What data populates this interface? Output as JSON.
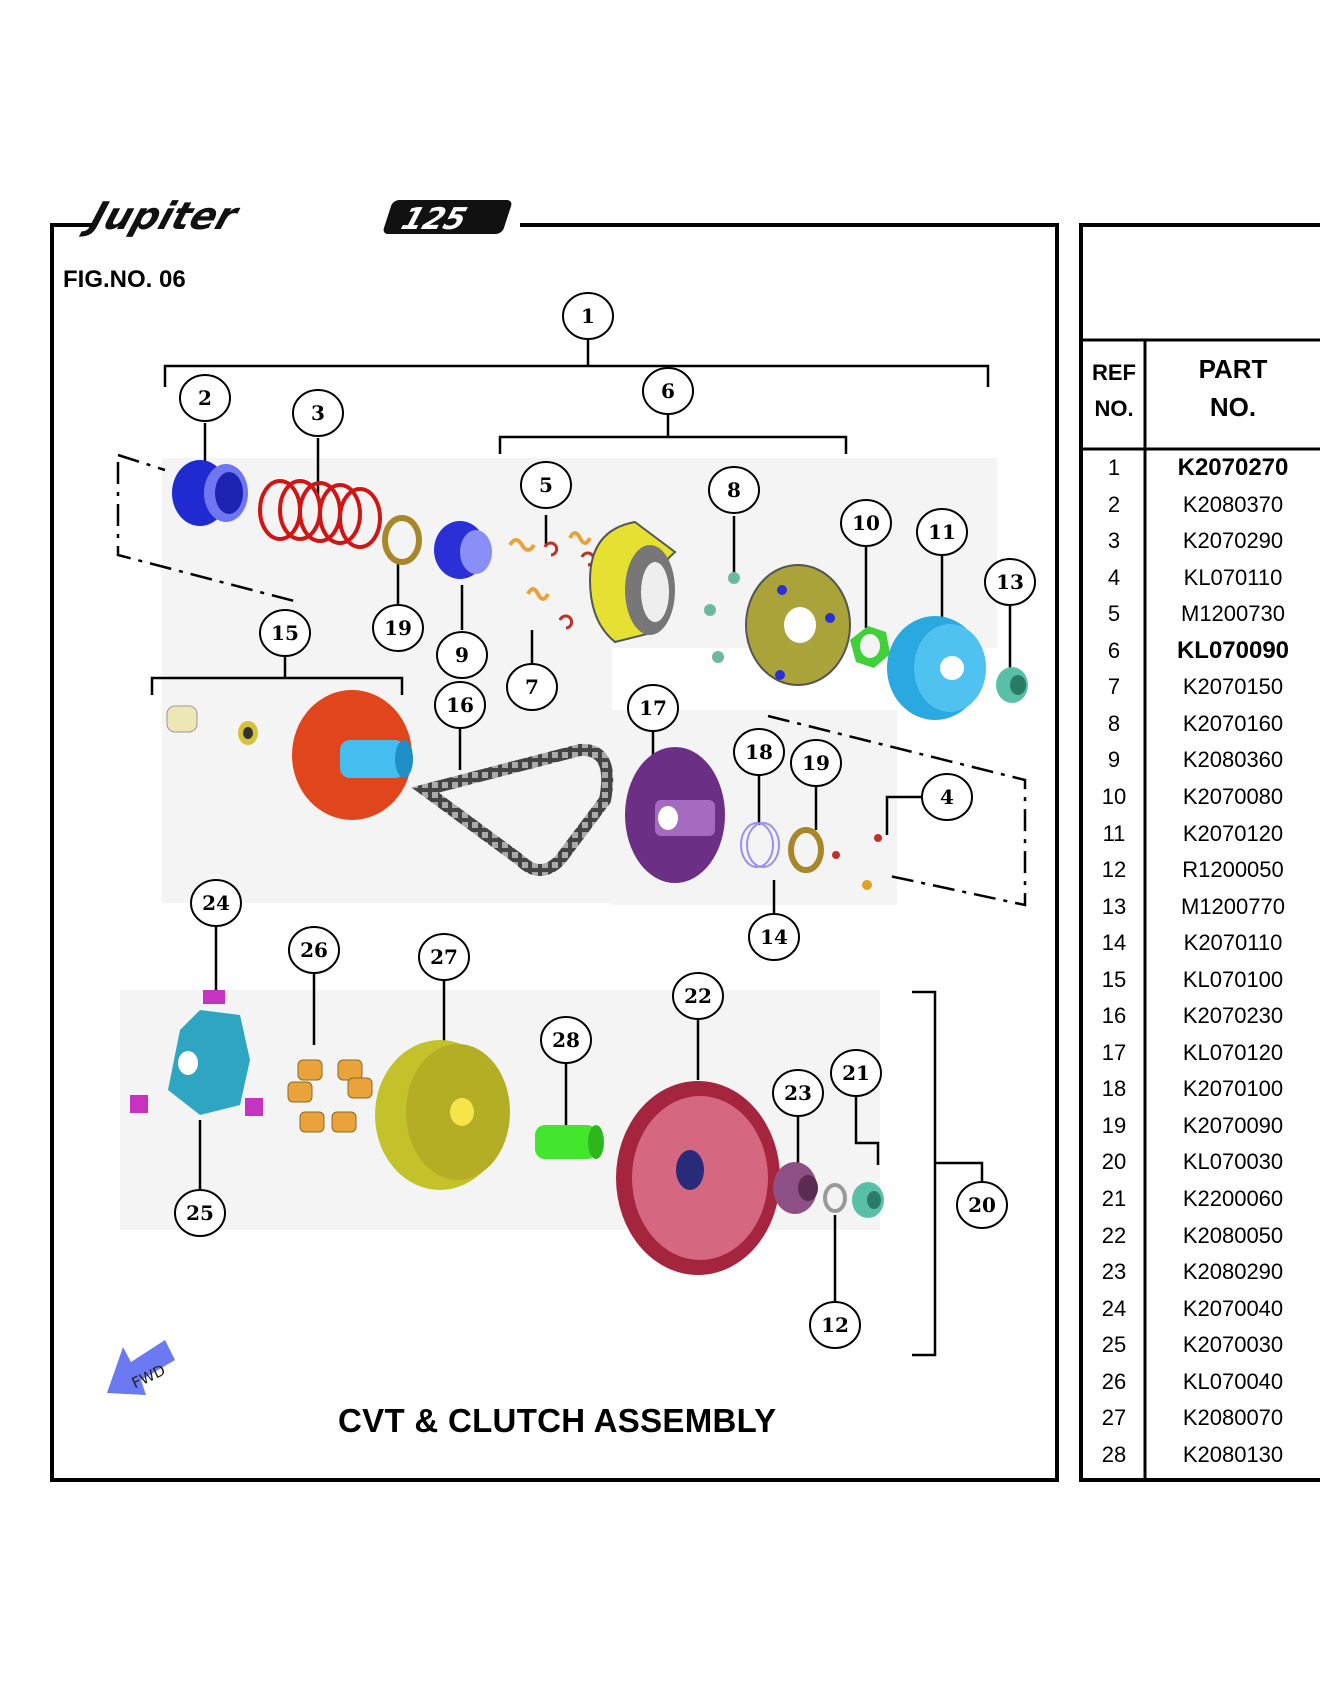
{
  "brand": {
    "logo_text": "Jupiter 125"
  },
  "figure": {
    "label": "FIG.NO. 06",
    "title": "CVT & CLUTCH  ASSEMBLY",
    "direction_label": "FWD"
  },
  "parts_table": {
    "header_ref": "REF\nNO.",
    "header_part": "PART\nNO.",
    "rows": [
      {
        "ref": "1",
        "part": "K2070270",
        "bold": true
      },
      {
        "ref": "2",
        "part": "K2080370"
      },
      {
        "ref": "3",
        "part": "K2070290"
      },
      {
        "ref": "4",
        "part": "KL070110"
      },
      {
        "ref": "5",
        "part": "M1200730"
      },
      {
        "ref": "6",
        "part": "KL070090",
        "bold": true
      },
      {
        "ref": "7",
        "part": "K2070150"
      },
      {
        "ref": "8",
        "part": "K2070160"
      },
      {
        "ref": "9",
        "part": "K2080360"
      },
      {
        "ref": "10",
        "part": "K2070080"
      },
      {
        "ref": "11",
        "part": "K2070120"
      },
      {
        "ref": "12",
        "part": "R1200050"
      },
      {
        "ref": "13",
        "part": "M1200770"
      },
      {
        "ref": "14",
        "part": "K2070110"
      },
      {
        "ref": "15",
        "part": "KL070100"
      },
      {
        "ref": "16",
        "part": "K2070230"
      },
      {
        "ref": "17",
        "part": "KL070120"
      },
      {
        "ref": "18",
        "part": "K2070100"
      },
      {
        "ref": "19",
        "part": "K2070090"
      },
      {
        "ref": "20",
        "part": "KL070030"
      },
      {
        "ref": "21",
        "part": "K2200060"
      },
      {
        "ref": "22",
        "part": "K2080050"
      },
      {
        "ref": "23",
        "part": "K2080290"
      },
      {
        "ref": "24",
        "part": "K2070040"
      },
      {
        "ref": "25",
        "part": "K2070030"
      },
      {
        "ref": "26",
        "part": "KL070040"
      },
      {
        "ref": "27",
        "part": "K2080070"
      },
      {
        "ref": "28",
        "part": "K2080130"
      }
    ]
  },
  "callouts": [
    "1",
    "2",
    "3",
    "6",
    "5",
    "8",
    "10",
    "11",
    "13",
    "19",
    "9",
    "7",
    "15",
    "16",
    "17",
    "18",
    "19",
    "4",
    "14",
    "24",
    "26",
    "27",
    "22",
    "28",
    "23",
    "21",
    "25",
    "20",
    "12"
  ],
  "colors": {
    "clutch_housing": "#2a2fd6",
    "spring": "#d11a1a",
    "clutch_shoe": "#e8e23a",
    "outer_clutch": "#3bb7e8",
    "fixed_sheave": "#e0451c",
    "movable_sheave": "#6b2f86",
    "ramp_plate": "#2ea6c2",
    "drive_face": "#b7b52c",
    "fan_pulley": "#b02a4f",
    "collar": "#44e62d",
    "fwd_arrow": "#6b7af0"
  }
}
